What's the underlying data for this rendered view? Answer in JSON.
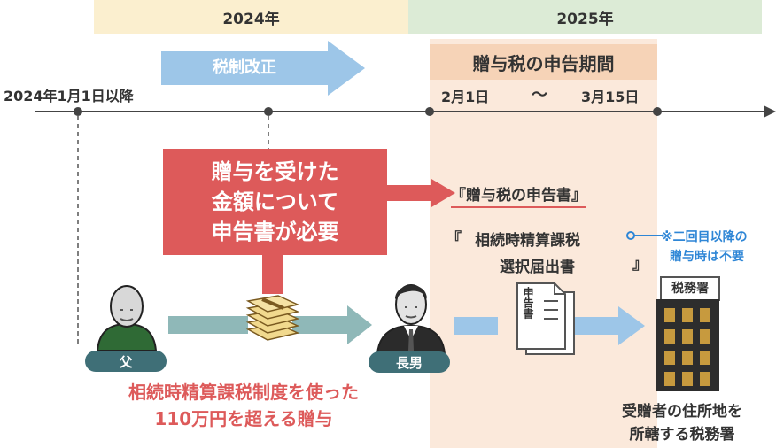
{
  "years": {
    "y2024": "2024年",
    "y2025": "2025年"
  },
  "reform_label": "税制改正",
  "start_label": "2024年1月1日以降",
  "period": {
    "title": "贈与税の申告期間",
    "start": "2月1日",
    "tilde": "〜",
    "end": "3月15日"
  },
  "red_box": {
    "line1": "贈与を受けた",
    "line2": "金額について",
    "line3": "申告書が必要"
  },
  "forms": {
    "form1": "『贈与税の申告書』",
    "form2_open": "『",
    "form2_line1": "相続時精算課税",
    "form2_line2": "選択届出書",
    "form2_close": "』"
  },
  "note": {
    "line1": "※二回目以降の",
    "line2": "贈与時は不要"
  },
  "father_label": "父",
  "son_label": "長男",
  "document_label": "申告書",
  "office_sign": "税務署",
  "gift_caption": {
    "line1": "相続時精算課税制度を使った",
    "line2": "110万円を超える贈与"
  },
  "office_caption": {
    "line1": "受贈者の住所地を",
    "line2": "所轄する税務署"
  },
  "colors": {
    "band_2024": "#fbefcf",
    "band_2025": "#dcebd6",
    "period_bg": "#fbe9db",
    "period_title_bg": "#f6d3b7",
    "red": "#dd5a5a",
    "blue_arrow": "#9dc6e8",
    "teal_arrow": "#8fb8b8",
    "pill": "#3f6f77",
    "note_blue": "#2e86d6",
    "timeline": "#444444"
  },
  "icons": [
    "person-icon",
    "money-bundle-icon",
    "document-icon",
    "tax-office-building-icon"
  ]
}
